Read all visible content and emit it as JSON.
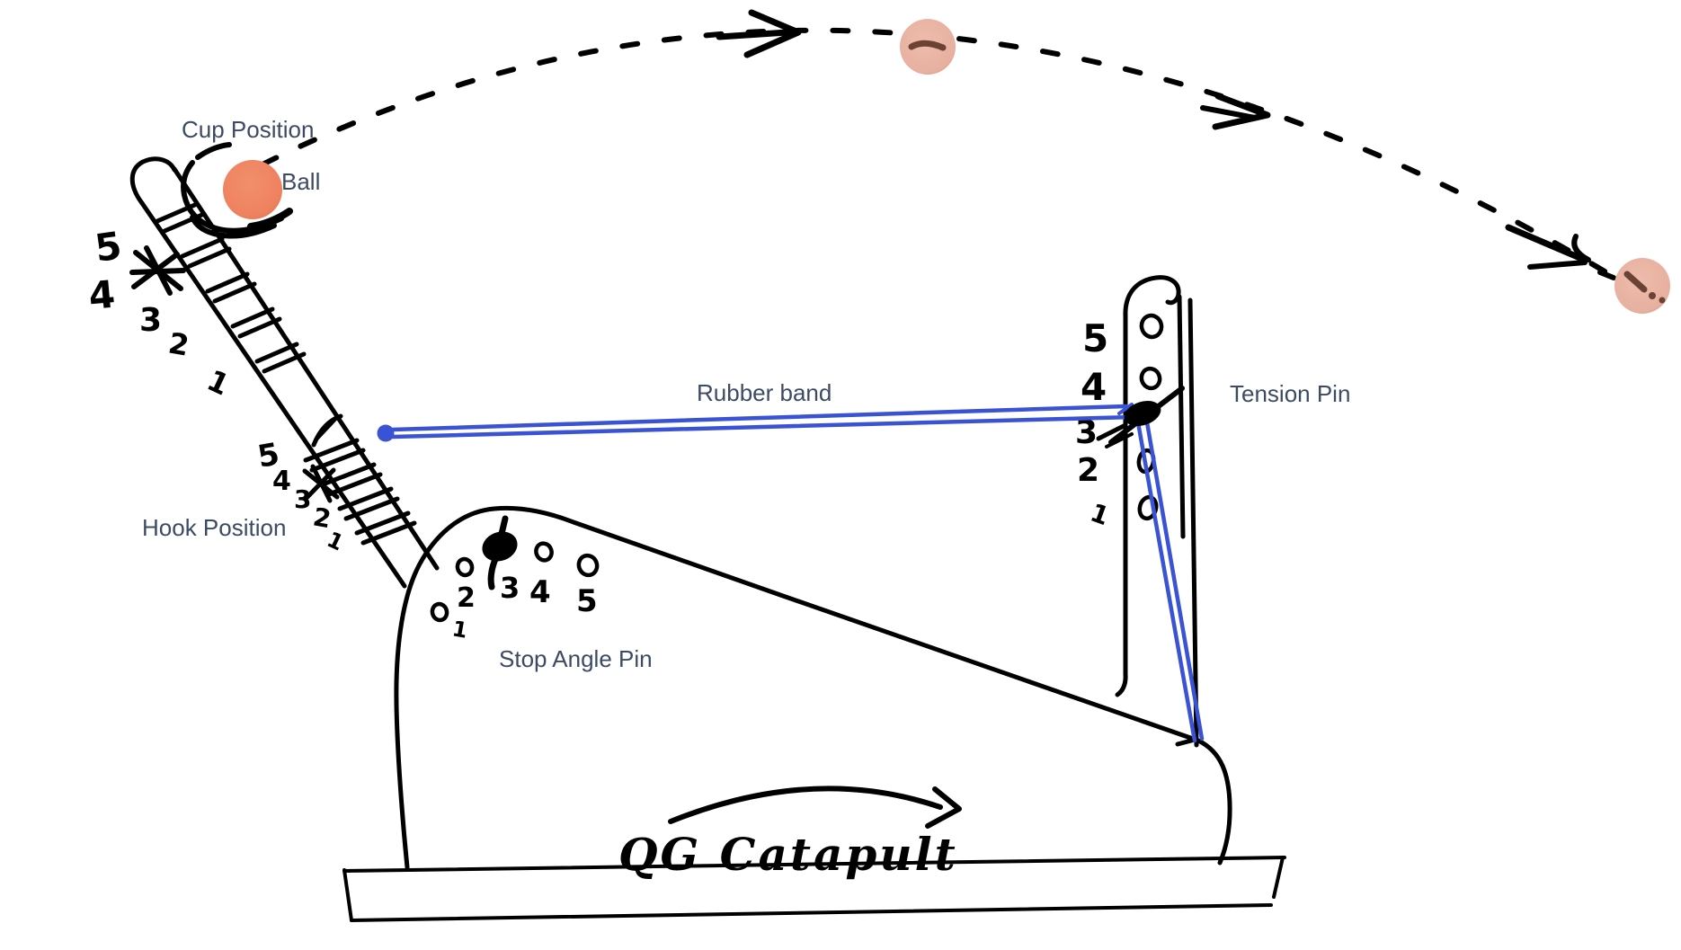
{
  "title": "QG Catapult",
  "labels": {
    "cup_position": "Cup Position",
    "ball": "Ball",
    "rubber_band": "Rubber band",
    "tension_pin": "Tension Pin",
    "hook_position": "Hook Position",
    "stop_angle_pin": "Stop Angle Pin"
  },
  "scales": {
    "cup_positions": [
      "5",
      "4",
      "3",
      "2",
      "1"
    ],
    "hook_positions": [
      "5",
      "4",
      "3",
      "2",
      "1"
    ],
    "tension_positions": [
      "5",
      "4",
      "3",
      "2",
      "1"
    ],
    "stop_angle_positions": [
      "1",
      "2",
      "3",
      "4",
      "5"
    ]
  },
  "indicators": {
    "cup_position_marked": "between 4 and 5 (X mark)",
    "hook_position_marked": "3 (X mark)",
    "tension_pin_set_at": "between 3 and 4",
    "stop_angle_pin_set_at": "3"
  },
  "colors": {
    "ink": "#000000",
    "label_text": "#3d4a63",
    "rubber_band_blue": "#3a52d4",
    "ball_orange": "#ef8260",
    "ball_faded": "#e7b0a0",
    "ball_mark_brown": "#6b4334",
    "background": "#ffffff"
  }
}
